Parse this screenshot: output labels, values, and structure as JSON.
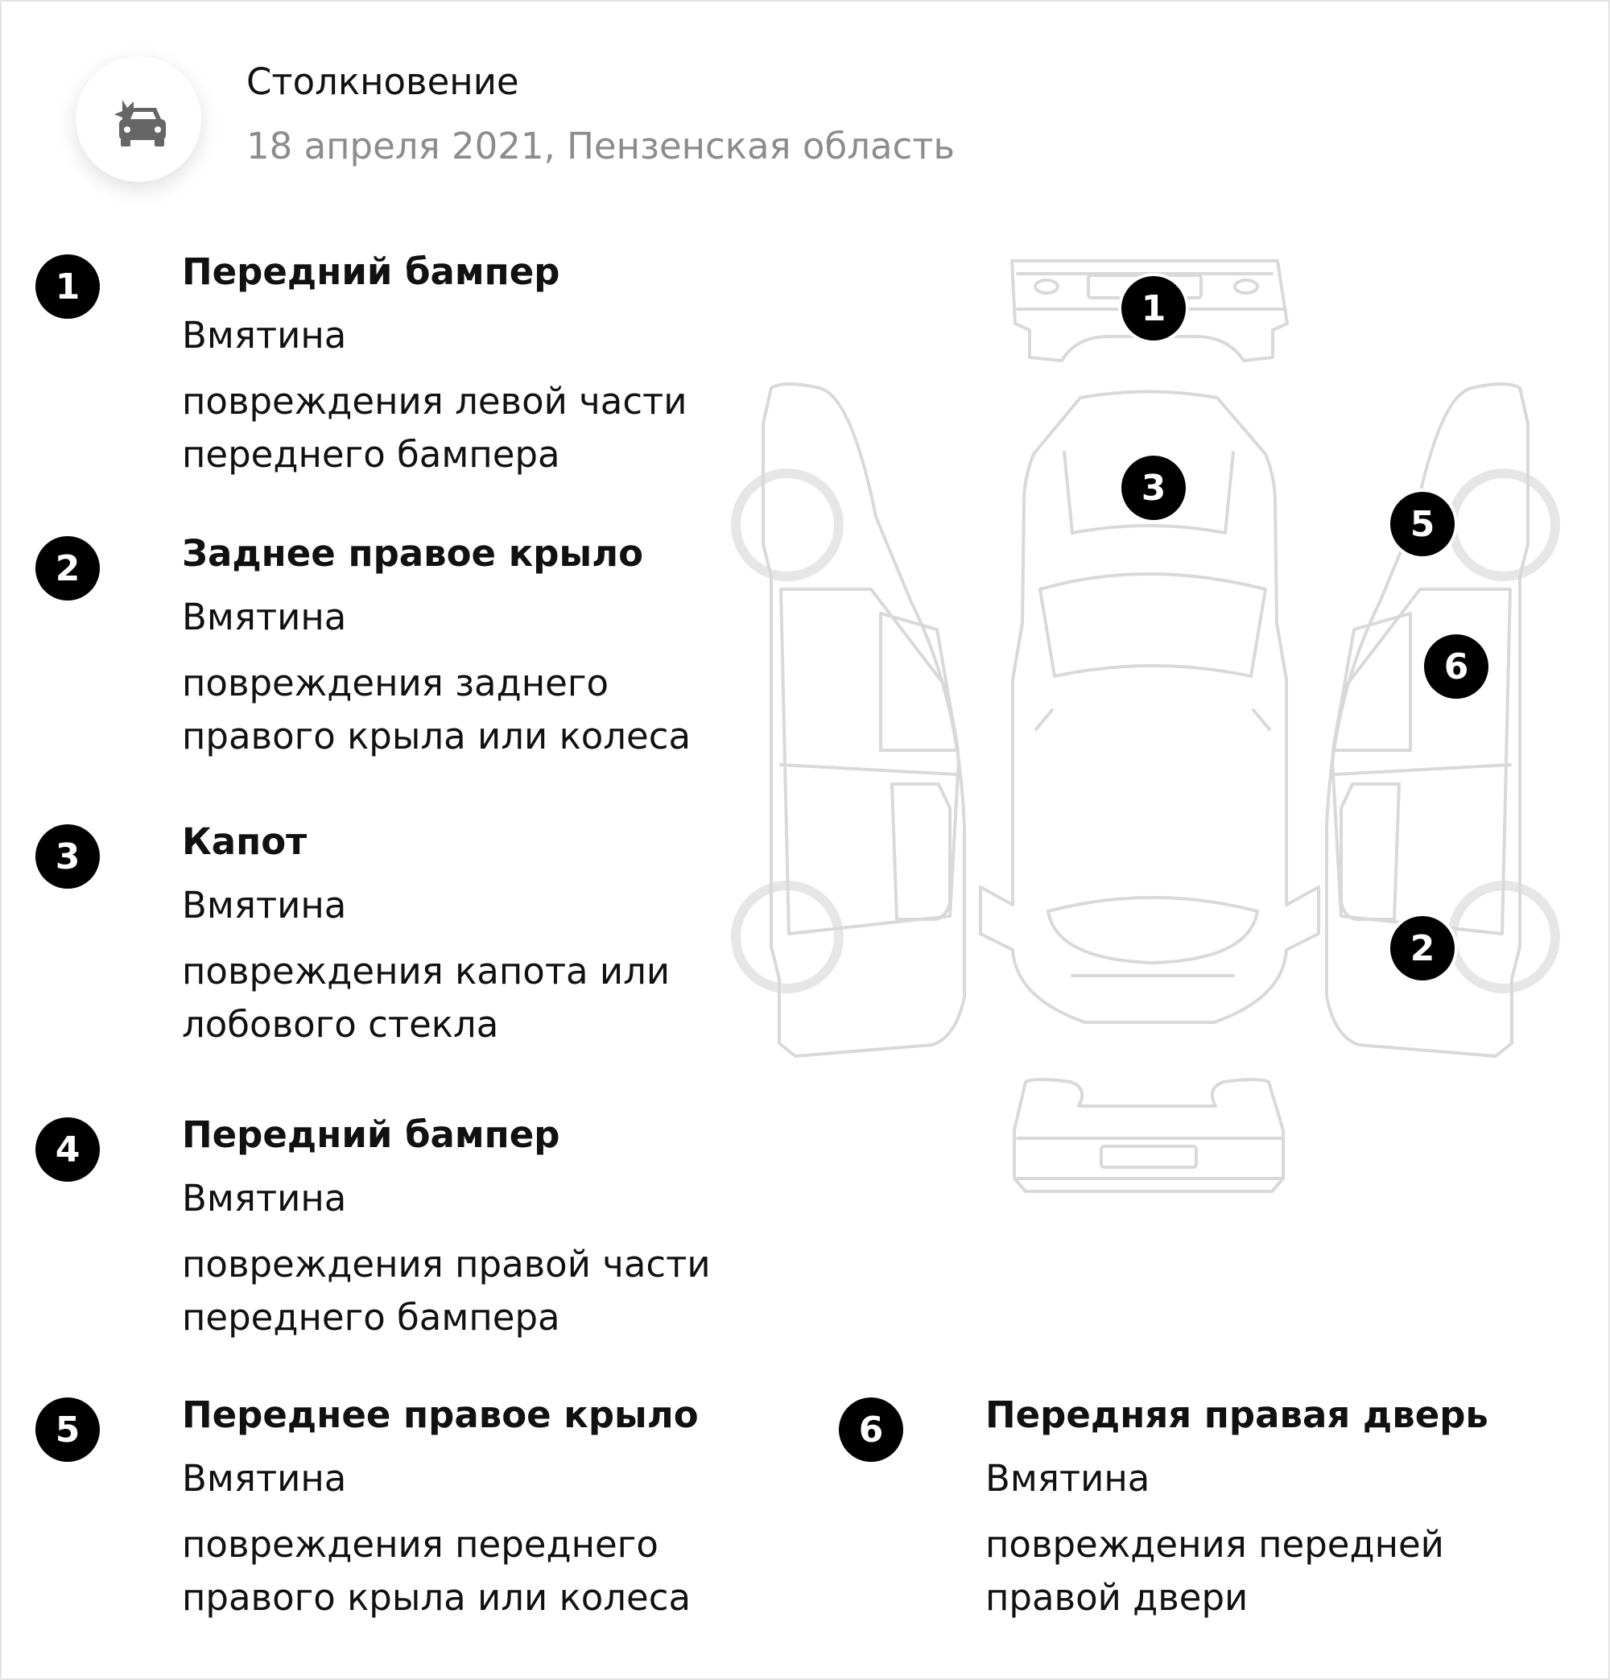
{
  "header": {
    "icon": "car-crash-icon",
    "title": "Столкновение",
    "subtitle": "18 апреля 2021, Пензенская область"
  },
  "damages": [
    {
      "number": "1",
      "part": "Передний бампер",
      "type": "Вмятина",
      "description": "повреждения левой части\nпереднего бампера"
    },
    {
      "number": "2",
      "part": "Заднее правое крыло",
      "type": "Вмятина",
      "description": "повреждения заднего\nправого крыла или колеса"
    },
    {
      "number": "3",
      "part": "Капот",
      "type": "Вмятина",
      "description": "повреждения капота или\nлобового стекла"
    },
    {
      "number": "4",
      "part": "Передний бампер",
      "type": "Вмятина",
      "description": "повреждения правой части\nпереднего бампера"
    },
    {
      "number": "5",
      "part": "Переднее правое крыло",
      "type": "Вмятина",
      "description": "повреждения переднего\nправого крыла или колеса"
    },
    {
      "number": "6",
      "part": "Передняя правая дверь",
      "type": "Вмятина",
      "description": "повреждения передней\nправой двери"
    }
  ],
  "diagram": {
    "markers": [
      "1",
      "3",
      "5",
      "6",
      "2"
    ]
  },
  "colors": {
    "badge": "#000000",
    "outline": "#d9d9d9",
    "subtitle": "#8c8c8c"
  }
}
